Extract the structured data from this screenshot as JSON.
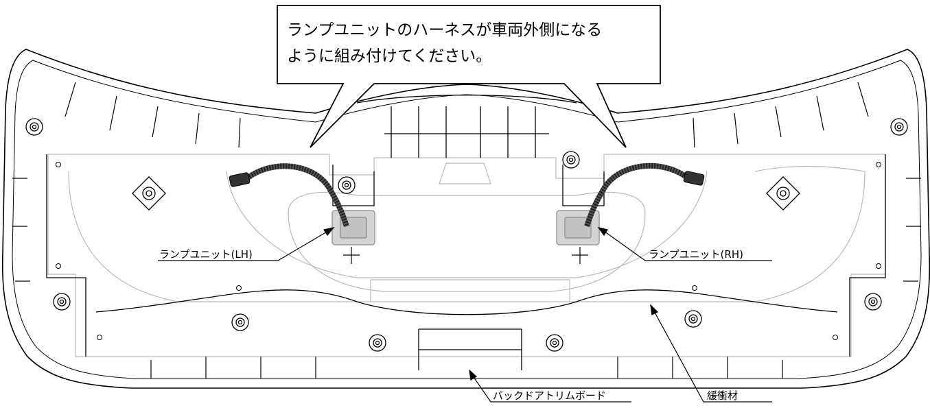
{
  "callout": {
    "line1": "ランプユニットのハーネスが車両外側になる",
    "line2": "ように組み付けてください。"
  },
  "labels": {
    "lamp_lh": "ランプユニット(LH)",
    "lamp_rh": "ランプユニット(RH)",
    "back_door_trim_board": "バックドアトリムボード",
    "cushion": "緩衝材"
  }
}
